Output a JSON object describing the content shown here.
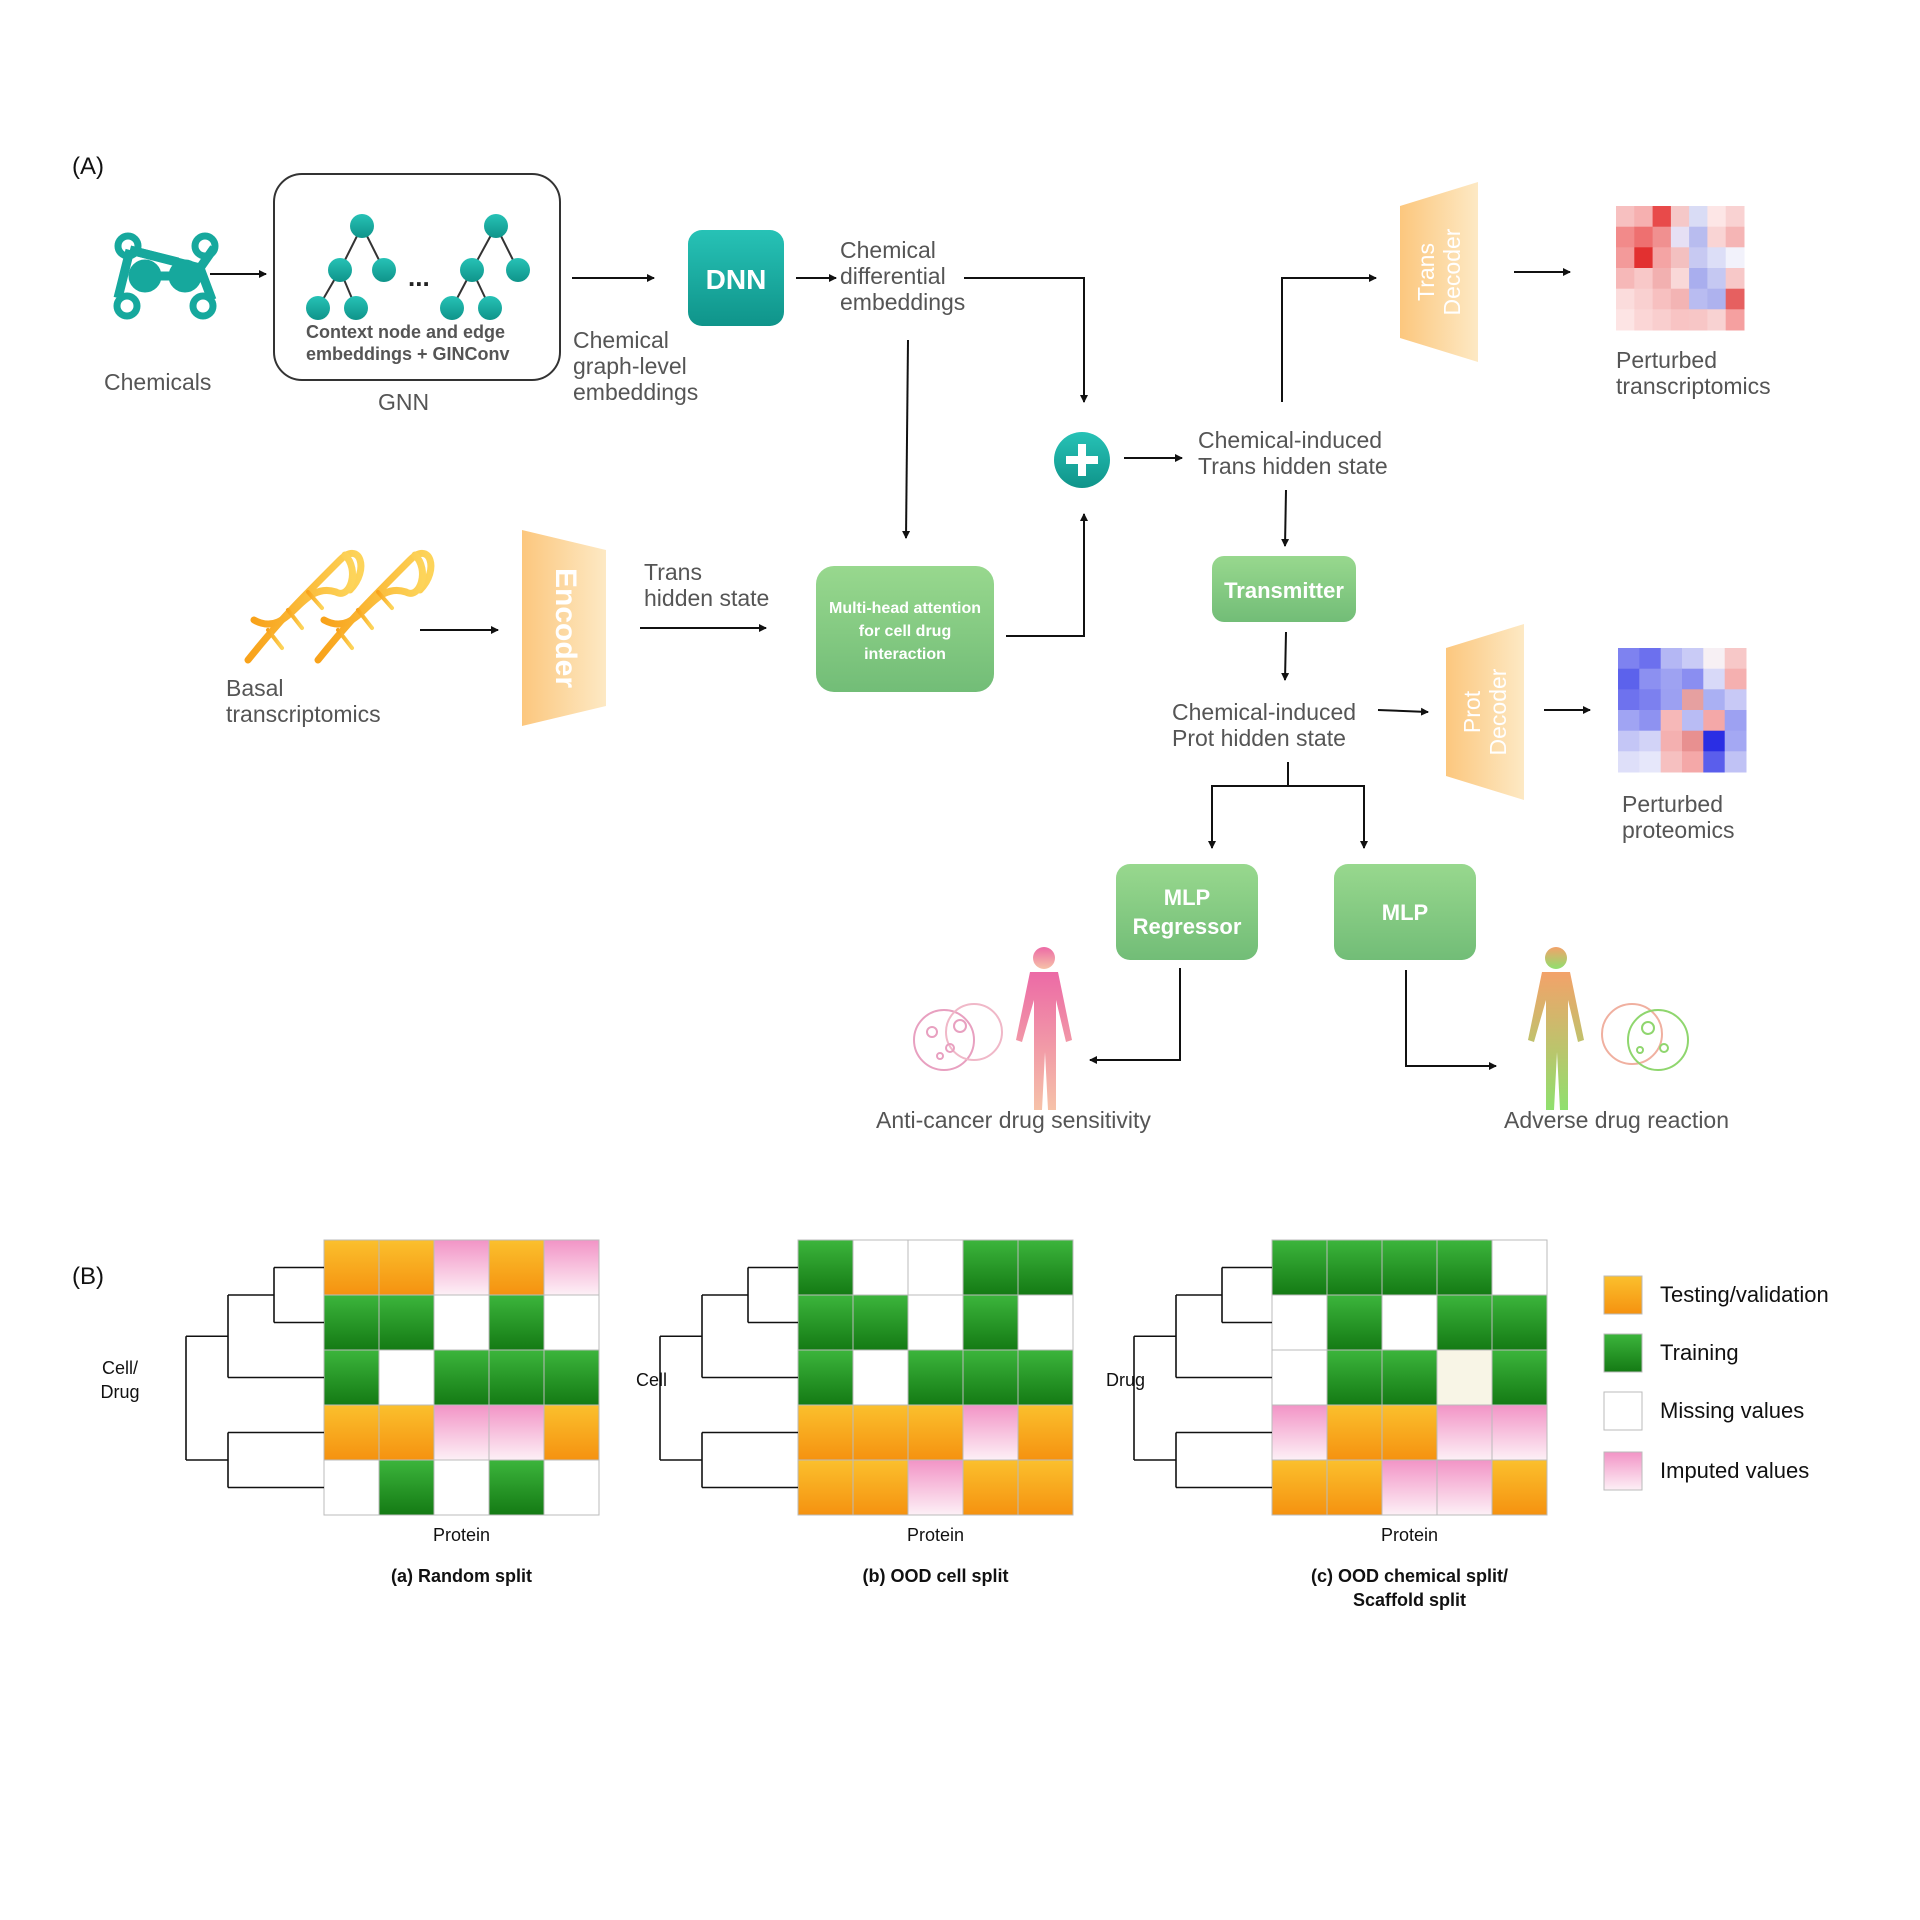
{
  "panel_a": {
    "label": "(A)",
    "chemicals": "Chemicals",
    "gnn": {
      "label": "GNN",
      "line1": "Context node and edge",
      "line2": "embeddings +  GINConv",
      "ellipsis": "..."
    },
    "graph_emb": {
      "l1": "Chemical",
      "l2": "graph-level",
      "l3": "embeddings"
    },
    "dnn": "DNN",
    "diff_emb": {
      "l1": "Chemical",
      "l2": "differential",
      "l3": "embeddings"
    },
    "basal": {
      "l1": "Basal",
      "l2": "transcriptomics"
    },
    "encoder": "Encoder",
    "trans_hidden": {
      "l1": "Trans",
      "l2": "hidden state"
    },
    "mha": {
      "l1": "Multi-head attention",
      "l2": "for cell drug",
      "l3": "interaction"
    },
    "ci_trans": {
      "l1": "Chemical-induced",
      "l2": "Trans hidden state"
    },
    "transmitter": "Transmitter",
    "ci_prot": {
      "l1": "Chemical-induced",
      "l2": "Prot hidden state"
    },
    "trans_decoder": {
      "l1": "Trans",
      "l2": "Decoder"
    },
    "prot_decoder": {
      "l1": "Prot",
      "l2": "Decoder"
    },
    "pert_trans": {
      "l1": "Perturbed",
      "l2": "transcriptomics"
    },
    "pert_prot": {
      "l1": "Perturbed",
      "l2": "proteomics"
    },
    "mlp_reg": {
      "l1": "MLP",
      "l2": "Regressor"
    },
    "mlp": "MLP",
    "anticancer": "Anti-cancer drug sensitivity",
    "adverse": "Adverse drug reaction"
  },
  "panel_b": {
    "label": "(B)",
    "grids": [
      {
        "ylabel": [
          "Cell/",
          "Drug"
        ],
        "xlabel": "Protein",
        "caption": [
          "(a) Random split"
        ],
        "cells": [
          [
            "T",
            "T",
            "I",
            "T",
            "I"
          ],
          [
            "G",
            "G",
            "W",
            "G",
            "W"
          ],
          [
            "G",
            "W",
            "G",
            "G",
            "G"
          ],
          [
            "T",
            "T",
            "I",
            "I",
            "T"
          ],
          [
            "W",
            "G",
            "W",
            "G",
            "W"
          ]
        ]
      },
      {
        "ylabel": [
          "Cell"
        ],
        "xlabel": "Protein",
        "caption": [
          "(b) OOD cell split"
        ],
        "cells": [
          [
            "G",
            "W",
            "W",
            "G",
            "G"
          ],
          [
            "G",
            "G",
            "W",
            "G",
            "W"
          ],
          [
            "G",
            "W",
            "G",
            "G",
            "G"
          ],
          [
            "T",
            "T",
            "T",
            "I",
            "T"
          ],
          [
            "T",
            "T",
            "I",
            "T",
            "T"
          ]
        ]
      },
      {
        "ylabel": [
          "Drug"
        ],
        "xlabel": "Protein",
        "caption": [
          "(c) OOD chemical split/",
          "Scaffold split"
        ],
        "cells": [
          [
            "G",
            "G",
            "G",
            "G",
            "W"
          ],
          [
            "W",
            "G",
            "W",
            "G",
            "G"
          ],
          [
            "W",
            "G",
            "G",
            "C",
            "G"
          ],
          [
            "I",
            "T",
            "T",
            "I",
            "I"
          ],
          [
            "T",
            "T",
            "I",
            "I",
            "T"
          ]
        ]
      }
    ],
    "legend": [
      {
        "key": "T",
        "label": "Testing/validation"
      },
      {
        "key": "G",
        "label": "Training"
      },
      {
        "key": "W",
        "label": "Missing values"
      },
      {
        "key": "I",
        "label": "Imputed values"
      }
    ]
  },
  "colors": {
    "teal": "#1aa69c",
    "green_box": "#7ec97e",
    "orange_trap": "#fbd49a",
    "testing": "#f7a21b",
    "training": "#2e9e2e",
    "imputed": "#f3a6cf",
    "text": "#555555"
  },
  "heatmaps": {
    "transcriptomics": [
      [
        "#f7c0c0",
        "#f6b0b0",
        "#e84a4a",
        "#f5c8c8",
        "#d9dcf5",
        "#fde6e6",
        "#f9d2d2"
      ],
      [
        "#f28a8a",
        "#ee7070",
        "#f09090",
        "#e6e0f4",
        "#b8bcef",
        "#f9d4d4",
        "#f5b5b5"
      ],
      [
        "#f39a9a",
        "#e23030",
        "#f4a4a4",
        "#f3c0c0",
        "#c7c9f2",
        "#dcdef7",
        "#f2f2fb"
      ],
      [
        "#f6b8b8",
        "#f8c8c8",
        "#f2b0b0",
        "#f9d8d8",
        "#a9aeee",
        "#c5c8f2",
        "#f7c8c8"
      ],
      [
        "#fbdcdc",
        "#f9d0d0",
        "#f7c0c0",
        "#f3b4b4",
        "#b9bcf1",
        "#aeb2ee",
        "#e66060"
      ],
      [
        "#fde4e4",
        "#fbd6d6",
        "#f9cece",
        "#f8c4c4",
        "#f7c6c6",
        "#f8d2d2",
        "#f5a0a0"
      ]
    ],
    "proteomics": [
      [
        "#7e82f0",
        "#6c70ee",
        "#b4b7f4",
        "#c9cbf6",
        "#f7f0f4",
        "#f7c8c8"
      ],
      [
        "#5c62ec",
        "#8c90f1",
        "#9ea2f2",
        "#8a8ef1",
        "#d8d9f8",
        "#f5b0b0"
      ],
      [
        "#6e72ee",
        "#7c80ef",
        "#9ca0f2",
        "#e6a0a0",
        "#aab0f3",
        "#c8c9f6"
      ],
      [
        "#a0a4f3",
        "#8e92f1",
        "#f6b8b8",
        "#b9bcf4",
        "#f4a8a8",
        "#9da1f2"
      ],
      [
        "#c4c6f6",
        "#d2d3f7",
        "#f4b0b0",
        "#e89090",
        "#2a2ee4",
        "#a4a8f3"
      ],
      [
        "#dedff9",
        "#e6e7fa",
        "#f6c0c0",
        "#f4a8a8",
        "#5a5eec",
        "#c0c2f5"
      ]
    ]
  }
}
